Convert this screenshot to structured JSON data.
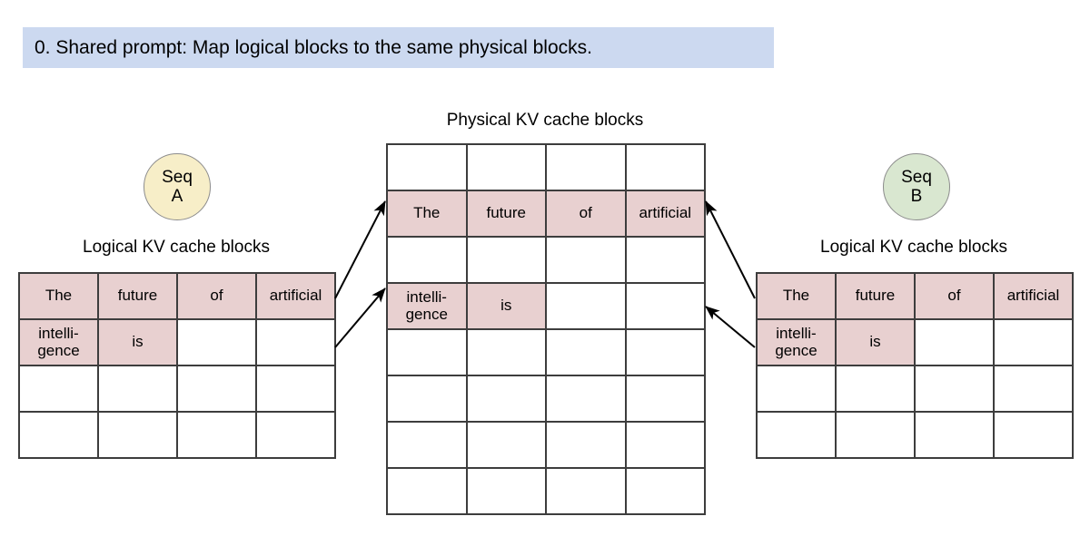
{
  "banner": {
    "text": "0. Shared prompt: Map logical blocks to the same physical blocks.",
    "background": "#ccd9f0"
  },
  "colors": {
    "filled_block": "#e8d0d0",
    "grid_line": "#3d3d3d",
    "seq_a": "#f7eec8",
    "seq_b": "#d9e7d0",
    "canvas": "#ffffff"
  },
  "sequences": [
    {
      "id": "a",
      "line1": "Seq",
      "line2": "A",
      "color": "#f7eec8"
    },
    {
      "id": "b",
      "line1": "Seq",
      "line2": "B",
      "color": "#d9e7d0"
    }
  ],
  "captions": {
    "physical": "Physical KV cache blocks",
    "logical_a": "Logical KV cache blocks",
    "logical_b": "Logical KV cache blocks"
  },
  "logical_a": {
    "columns": 4,
    "rows": 4,
    "cells": [
      [
        "The",
        "future",
        "of",
        "artificial"
      ],
      [
        "intelli-\ngence",
        "is",
        "",
        ""
      ],
      [
        "",
        "",
        "",
        ""
      ],
      [
        "",
        "",
        "",
        ""
      ]
    ],
    "filled": [
      [
        true,
        true,
        true,
        true
      ],
      [
        true,
        true,
        false,
        false
      ],
      [
        false,
        false,
        false,
        false
      ],
      [
        false,
        false,
        false,
        false
      ]
    ]
  },
  "logical_b": {
    "columns": 4,
    "rows": 4,
    "cells": [
      [
        "The",
        "future",
        "of",
        "artificial"
      ],
      [
        "intelli-\ngence",
        "is",
        "",
        ""
      ],
      [
        "",
        "",
        "",
        ""
      ],
      [
        "",
        "",
        "",
        ""
      ]
    ],
    "filled": [
      [
        true,
        true,
        true,
        true
      ],
      [
        true,
        true,
        false,
        false
      ],
      [
        false,
        false,
        false,
        false
      ],
      [
        false,
        false,
        false,
        false
      ]
    ]
  },
  "physical": {
    "columns": 4,
    "rows": 8,
    "cells": [
      [
        "",
        "",
        "",
        ""
      ],
      [
        "The",
        "future",
        "of",
        "artificial"
      ],
      [
        "",
        "",
        "",
        ""
      ],
      [
        "intelli-\ngence",
        "is",
        "",
        ""
      ],
      [
        "",
        "",
        "",
        ""
      ],
      [
        "",
        "",
        "",
        ""
      ],
      [
        "",
        "",
        "",
        ""
      ],
      [
        "",
        "",
        "",
        ""
      ]
    ],
    "filled": [
      [
        false,
        false,
        false,
        false
      ],
      [
        true,
        true,
        true,
        true
      ],
      [
        false,
        false,
        false,
        false
      ],
      [
        true,
        true,
        false,
        false
      ],
      [
        false,
        false,
        false,
        false
      ],
      [
        false,
        false,
        false,
        false
      ],
      [
        false,
        false,
        false,
        false
      ],
      [
        false,
        false,
        false,
        false
      ]
    ]
  },
  "mappings": [
    {
      "from": "logical-a-row-1",
      "to": "physical-row-2"
    },
    {
      "from": "logical-a-row-2",
      "to": "physical-row-4"
    },
    {
      "from": "logical-b-row-1",
      "to": "physical-row-2"
    },
    {
      "from": "logical-b-row-2",
      "to": "physical-row-4"
    }
  ]
}
